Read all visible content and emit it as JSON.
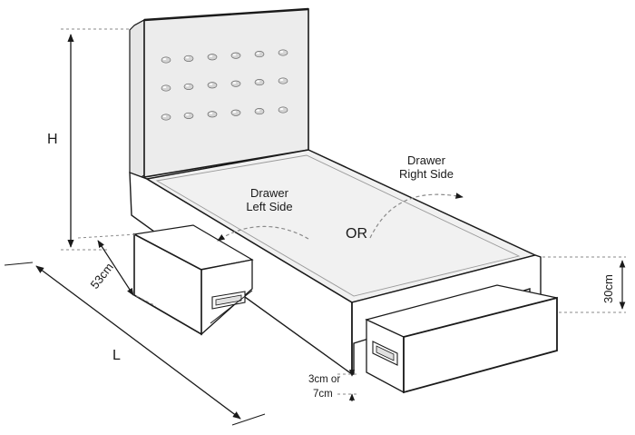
{
  "labels": {
    "height": "H",
    "length": "L",
    "drawer_depth": "53cm",
    "base_height": "30cm",
    "clearance_line1": "3cm or",
    "clearance_line2": "7cm",
    "or": "OR",
    "left_line1": "Drawer",
    "left_line2": "Left Side",
    "right_line1": "Drawer",
    "right_line2": "Right Side"
  },
  "colors": {
    "line": "#1a1a1a",
    "headboard": "#ececec",
    "mattress": "#f1f1f1",
    "panel": "#ffffff",
    "button": "#d4d4d4",
    "dashed": "#8a8a8a"
  }
}
